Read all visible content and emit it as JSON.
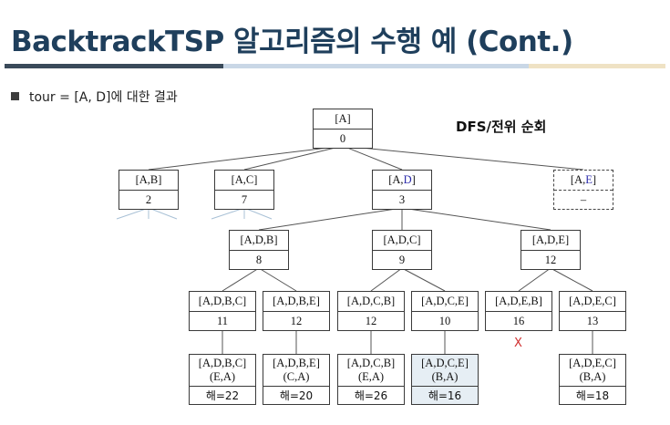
{
  "slide": {
    "title": "BacktrackTSP 알고리즘의 수행 예 (Cont.)",
    "bullet": "tour = [A, D]에 대한 결과",
    "traversal_label": "DFS/전위 순회",
    "prune_mark": "X"
  },
  "colors": {
    "title": "#1f3f5c",
    "rule_dark": "#3a4a5a",
    "rule_light": "#c9d7e6",
    "rule_tan": "#efe2c4",
    "highlight_fill": "#e6eef4",
    "prune_mark": "#d03030"
  },
  "nodes": {
    "root": {
      "path": "[A]",
      "value": "0"
    },
    "ab": {
      "path": "[A,B]",
      "value": "2"
    },
    "ac": {
      "path": "[A,C]",
      "value": "7"
    },
    "ad": {
      "path_prefix": "[A,",
      "path_mid": "D",
      "path_suffix": "]",
      "value": "3"
    },
    "ae": {
      "path_prefix": "[A,",
      "path_mid": "E",
      "path_suffix": "]",
      "value": "–"
    },
    "adb": {
      "path": "[A,D,B]",
      "value": "8"
    },
    "adc": {
      "path": "[A,D,C]",
      "value": "9"
    },
    "ade": {
      "path": "[A,D,E]",
      "value": "12"
    },
    "adbc": {
      "path": "[A,D,B,C]",
      "value": "11"
    },
    "adbe": {
      "path": "[A,D,B,E]",
      "value": "12"
    },
    "adcb": {
      "path": "[A,D,C,B]",
      "value": "12"
    },
    "adce": {
      "path": "[A,D,C,E]",
      "value": "10"
    },
    "adeb": {
      "path": "[A,D,E,B]",
      "value": "16"
    },
    "adec": {
      "path": "[A,D,E,C]",
      "value": "13"
    }
  },
  "leaves": {
    "l1": {
      "path": "[A,D,B,C]",
      "rest": "(E,A)",
      "result": "해=22"
    },
    "l2": {
      "path": "[A,D,B,E]",
      "rest": "(C,A)",
      "result": "해=20"
    },
    "l3": {
      "path": "[A,D,C,B]",
      "rest": "(E,A)",
      "result": "해=26"
    },
    "l4": {
      "path": "[A,D,C,E]",
      "rest": "(B,A)",
      "result": "해=16"
    },
    "l5": {
      "path": "[A,D,E,C]",
      "rest": "(B,A)",
      "result": "해=18"
    }
  }
}
